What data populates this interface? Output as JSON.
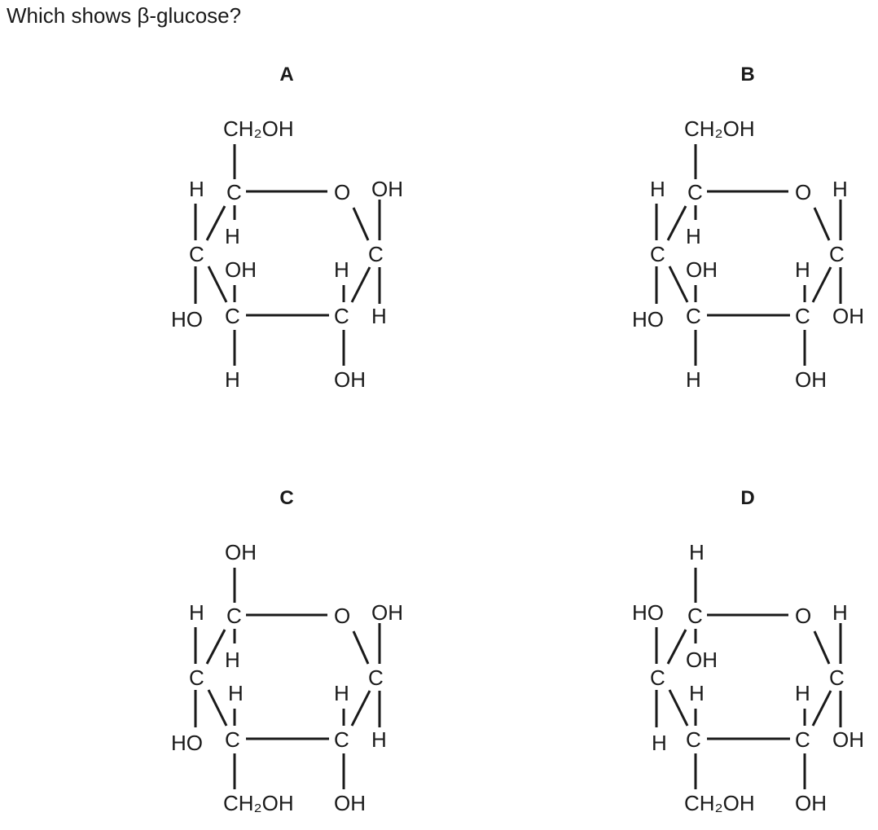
{
  "question": "Which shows β-glucose?",
  "options": [
    {
      "label": "A",
      "top": "CH₂OH",
      "c5_left": "H",
      "c5_below": "H",
      "ring_oxygen": "O",
      "c1_top": "OH",
      "c1": "C",
      "c4_up": "OH",
      "c4_left": "HO",
      "c4_down": "H",
      "c3_up": "H",
      "c3_right": "H",
      "c3_down": "OH",
      "carbon": "C"
    },
    {
      "label": "B",
      "top": "CH₂OH",
      "c5_left": "H",
      "c5_below": "H",
      "ring_oxygen": "O",
      "c1_top": "H",
      "c1": "C",
      "c4_up": "OH",
      "c4_left": "HO",
      "c4_down": "H",
      "c3_up": "H",
      "c3_right": "OH",
      "c3_down": "OH",
      "carbon": "C"
    },
    {
      "label": "C",
      "top": "OH",
      "c5_left": "H",
      "c5_below": "H",
      "ring_oxygen": "O",
      "c1_top": "OH",
      "c1": "C",
      "c4_up": "H",
      "c4_left": "HO",
      "c4_down": "CH₂OH",
      "c3_up": "H",
      "c3_right": "H",
      "c3_down": "OH",
      "carbon": "C"
    },
    {
      "label": "D",
      "top": "H",
      "c5_left": "HO",
      "c5_below": "OH",
      "ring_oxygen": "O",
      "c1_top": "H",
      "c1": "C",
      "c4_up": "H",
      "c4_left": "H",
      "c4_down": "CH₂OH",
      "c3_up": "H",
      "c3_right": "OH",
      "c3_down": "OH",
      "carbon": "C"
    }
  ]
}
